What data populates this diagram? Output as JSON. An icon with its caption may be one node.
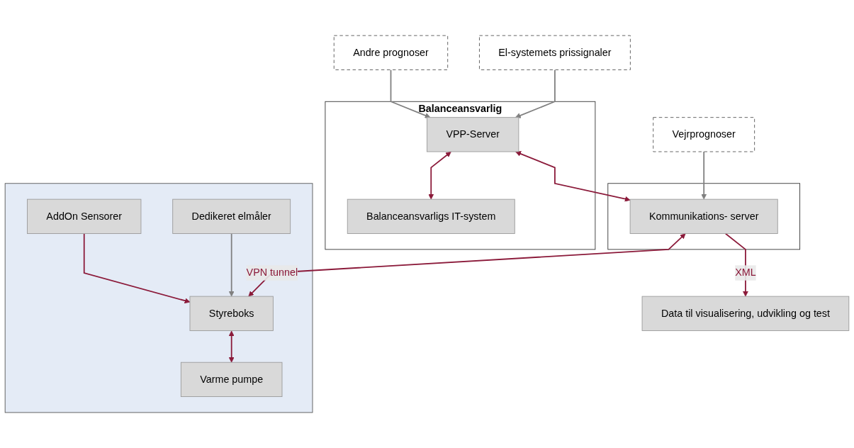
{
  "diagram": {
    "nodes": [
      {
        "text": [
          "El-systemets prissignaler"
        ]
      },
      {
        "text": [
          "Andre prognoser"
        ]
      },
      {
        "text": [
          "Vejrprognoser"
        ]
      },
      {
        "text": [
          "Data til visualisering, udvikling og test"
        ]
      },
      {
        "text": [
          "Balanceansvarlig"
        ]
      },
      {
        "text": [
          "VPP-Server"
        ],
        "in": 4
      },
      {
        "text": [
          "Balanceansvarligs IT-system"
        ],
        "in": 4
      },
      {
        "text": [],
        "shape": "box"
      },
      {
        "text": [
          "Kommunikations- server"
        ],
        "in": 7
      },
      {
        "text": [],
        "shape": "box"
      },
      {
        "text": [
          "Dedikeret elmåler"
        ],
        "in": 9
      },
      {
        "text": [
          "AddOn Sensorer"
        ],
        "in": 9
      },
      {
        "text": [
          "Styreboks"
        ],
        "in": 9
      },
      {
        "text": [
          "Varme pumpe"
        ],
        "in": 9
      }
    ],
    "edges": [
      {
        "from": 0,
        "to": 5,
        "arrow": "to",
        "color": "#808080"
      },
      {
        "from": 1,
        "to": 5,
        "arrow": "to",
        "color": "#808080"
      },
      {
        "from": 2,
        "to": 8,
        "arrow": "to",
        "color": "#808080"
      },
      {
        "from": 8,
        "to": 3,
        "arrow": "to",
        "label": "XML"
      },
      {
        "from": 5,
        "to": 8,
        "arrow": "both"
      },
      {
        "from": 5,
        "to": 6,
        "arrow": "both"
      },
      {
        "from": 8,
        "to": 12,
        "arrow": "both",
        "label": "VPN tunnel"
      },
      {
        "from": 10,
        "to": 12,
        "arrow": "to",
        "color": "#808080"
      },
      {
        "from": 11,
        "to": 12,
        "arrow": "to"
      },
      {
        "from": 12,
        "to": 13,
        "arrow": "both"
      }
    ]
  }
}
